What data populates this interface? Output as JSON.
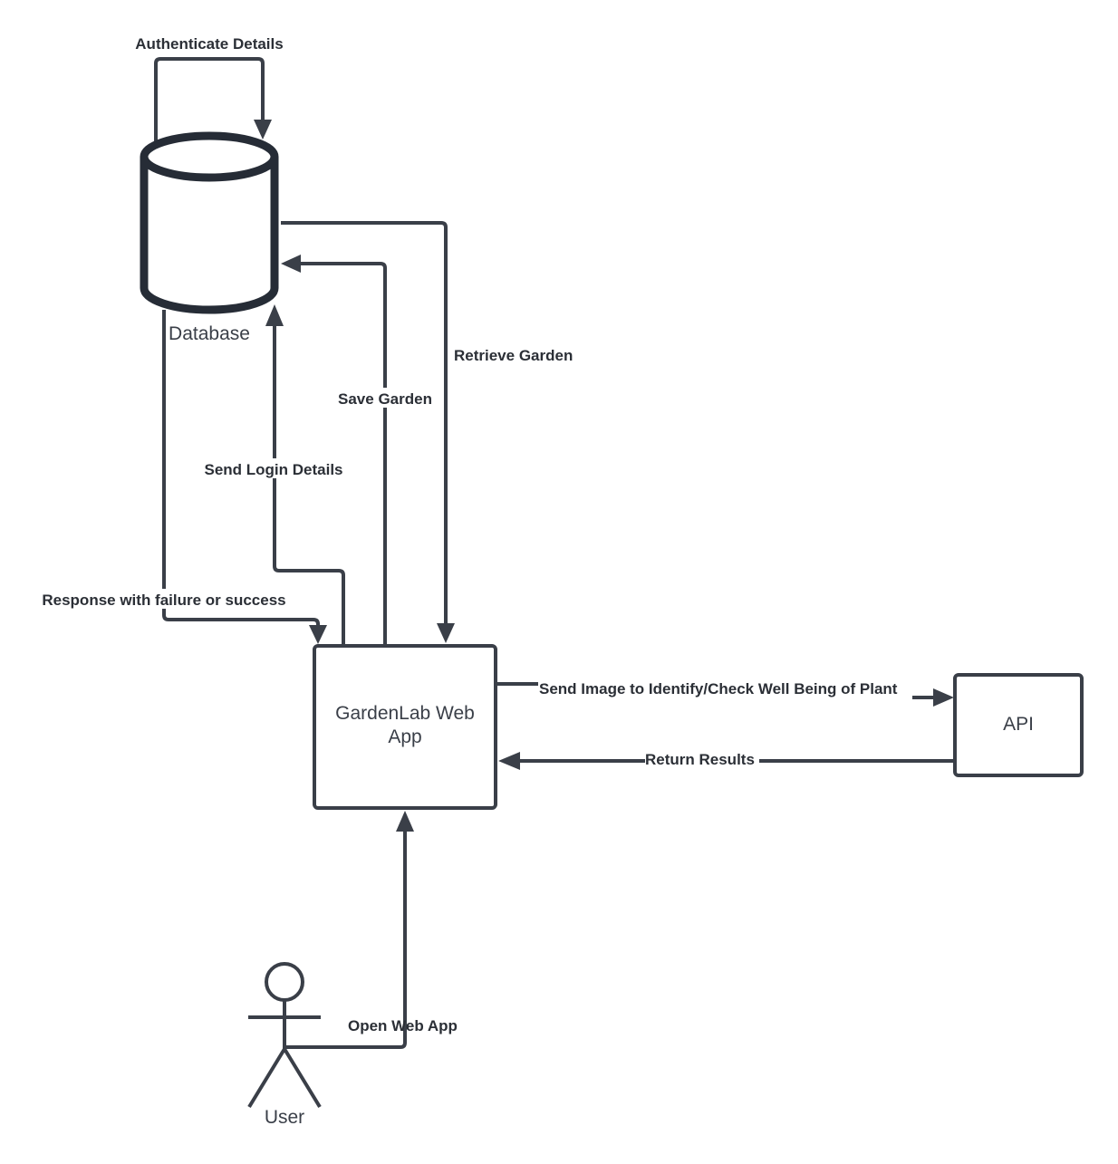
{
  "diagram": {
    "nodes": {
      "database": {
        "label": "Database"
      },
      "webapp": {
        "label_line1": "GardenLab Web",
        "label_line2": "App"
      },
      "api": {
        "label": "API"
      },
      "user": {
        "label": "User"
      }
    },
    "edges": {
      "authenticate": "Authenticate Details",
      "retrieve_garden": "Retrieve Garden",
      "save_garden": "Save Garden",
      "send_login": "Send Login Details",
      "response": "Response with failure or success",
      "send_image": "Send Image to Identify/Check Well Being of Plant",
      "return_results": "Return Results",
      "open_web_app": "Open Web App"
    },
    "colors": {
      "stroke": "#3a3f48",
      "database_stroke": "#262c36",
      "text": "#2b2f36",
      "background": "#ffffff"
    }
  }
}
